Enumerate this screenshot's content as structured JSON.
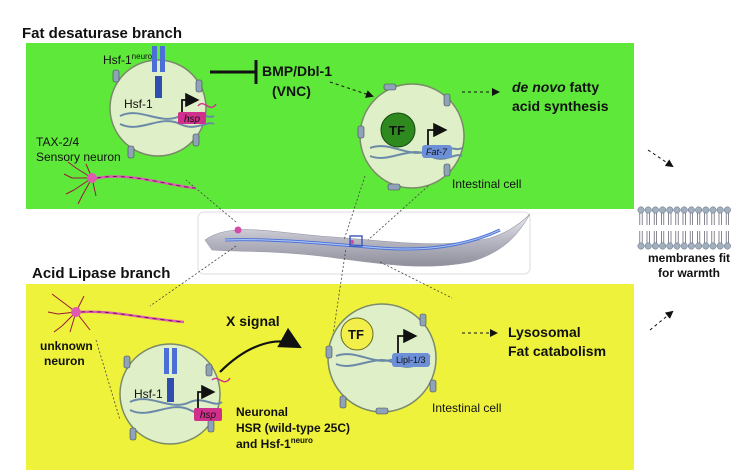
{
  "branches": {
    "fat": {
      "title": "Fat desaturase branch",
      "hsf_neuro_label": "Hsf-1",
      "hsf_neuro_sup": "neuro",
      "hsf_label": "Hsf-1",
      "hsp_label": "hsp",
      "sensory_neuron": [
        "TAX-2/4",
        "Sensory neuron"
      ],
      "signal": [
        "BMP/Dbl-1",
        "(VNC)"
      ],
      "tf_label": "TF",
      "gene_label": "Fat-7",
      "outcome": [
        "de novo fatty",
        "acid synthesis"
      ],
      "outcome_italic_prefix": "de novo",
      "cell_label": "Intestinal cell"
    },
    "acid": {
      "title": "Acid Lipase branch",
      "unknown_neuron": [
        "unknown",
        "neuron"
      ],
      "signal": "X signal",
      "hsf_label": "Hsf-1",
      "hsp_label": "hsp",
      "tf_label": "TF",
      "gene_label": "Lipl-1/3",
      "outcome": [
        "Lysosomal",
        "Fat catabolism"
      ],
      "cell_label": "Intestinal cell",
      "hsr_lines": [
        "Neuronal",
        "HSR (wild-type 25C)",
        "and Hsf-1"
      ],
      "hsr_sup": "neuro"
    }
  },
  "membrane_label": [
    "membranes fit",
    "for warmth"
  ],
  "colors": {
    "fat_panel": "#5ee83a",
    "acid_panel": "#eef23a",
    "cell_fill": "#dfefc8",
    "tf_fat": "#2e8a1e",
    "tf_acid": "#f2ee4a",
    "hsp_pink": "#d0308c",
    "gene_blue": "#6d8fd8",
    "neuron_pink": "#e05ab4"
  }
}
